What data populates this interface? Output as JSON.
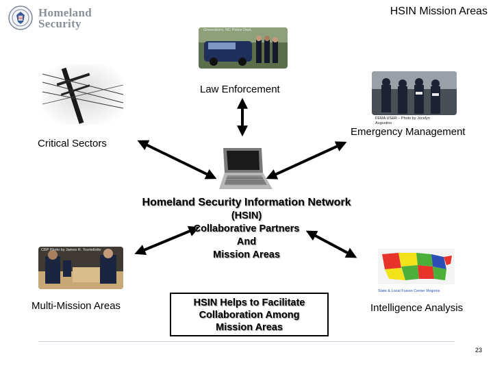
{
  "header": {
    "logo_line1": "Homeland",
    "logo_line2": "Security",
    "slide_title": "HSIN Mission Areas"
  },
  "nodes": {
    "law_enforcement": "Law Enforcement",
    "emergency_management": "Emergency Management",
    "critical_sectors": "Critical Sectors",
    "multi_mission": "Multi-Mission Areas",
    "intelligence_analysis": "Intelligence Analysis"
  },
  "captions": {
    "law_photo": "Greensboro, NC Police Dept.",
    "fema_photo": "FEMA US&R – Photo by Jocelyn Augustino",
    "cbp_photo": "CBP Photo by James R. Tourtellotte",
    "fusion_photo": "State & Local Fusion Center Regions"
  },
  "hub": {
    "title": "Homeland Security Information Network",
    "line1": "(HSIN)",
    "line2": "Collaborative Partners",
    "line3": "And",
    "line4": "Mission Areas"
  },
  "callout": {
    "line1": "HSIN Helps to Facilitate",
    "line2": "Collaboration Among",
    "line3": "Mission Areas"
  },
  "footer": {
    "page_number": "23"
  },
  "colors": {
    "logo_gray": "#8a8f99",
    "map_red": "#e8332a",
    "map_yellow": "#f2e21a",
    "map_green": "#4caf3a",
    "map_blue": "#2b4fb6"
  }
}
